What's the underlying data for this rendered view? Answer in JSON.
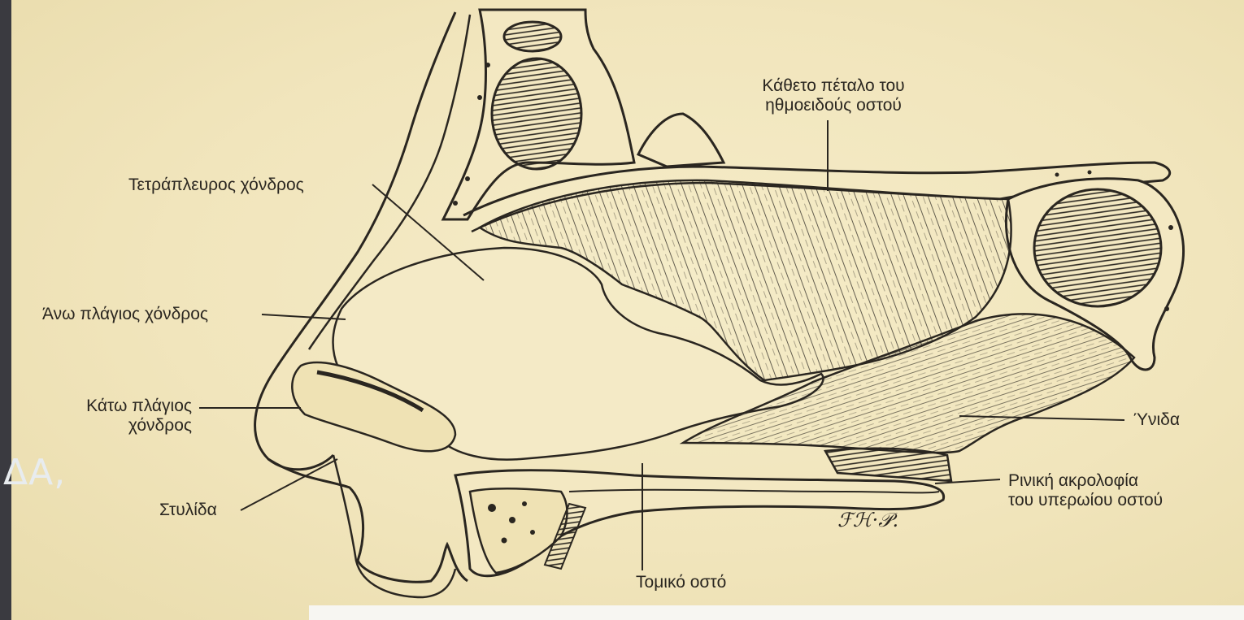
{
  "labels": {
    "perpendicular_plate": [
      "Κάθετο πέταλο του",
      "ηθμοειδούς οστού"
    ],
    "quadrangular_cartilage": "Τετράπλευρος χόνδρος",
    "upper_lateral_cartilage": "Άνω πλάγιος χόνδρος",
    "lower_lateral_cartilage": [
      "Κάτω πλάγιος",
      "χόνδρος"
    ],
    "columella": "Στυλίδα",
    "vomer": "Ύνιδα",
    "nasal_crest": [
      "Ρινική ακρολοφία",
      "του υπερωίου οστού"
    ],
    "incisive_bone": "Τομικό οστό"
  },
  "signature": "ℱℋ·𝒫.",
  "slide_fragment": "ΔΑ,",
  "colors": {
    "paper": "#f1e5bc",
    "ink": "#2a2620",
    "frame": "#2a2a2e"
  }
}
